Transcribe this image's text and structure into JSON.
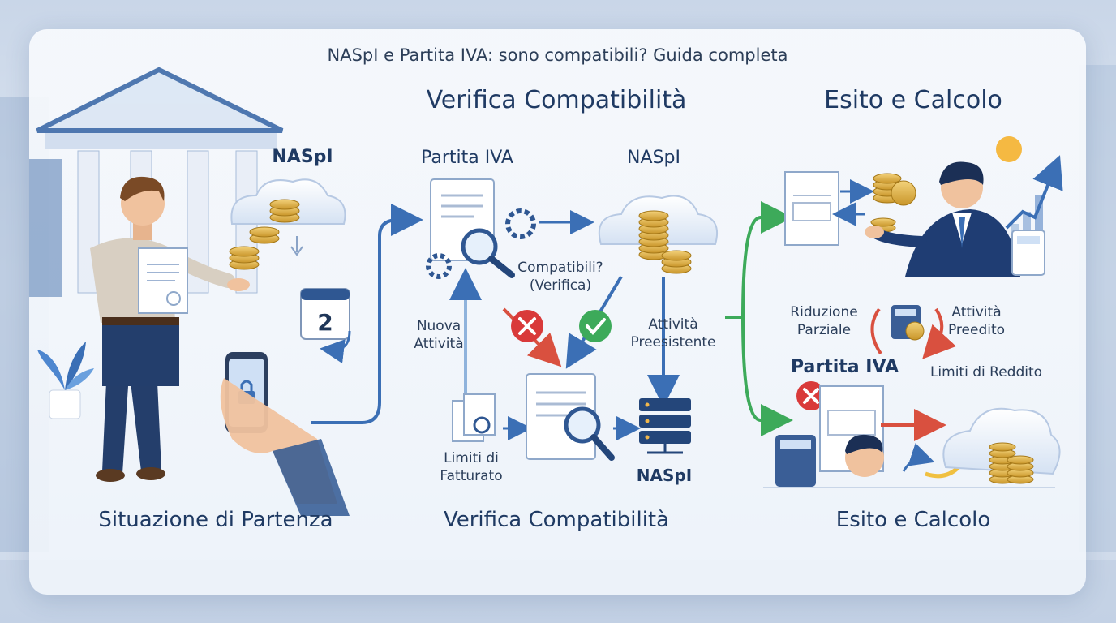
{
  "title": "NASpI e Partita IVA: sono compatibili? Guida completa",
  "left": {
    "naspi": "NASpI",
    "calendar_day": "2",
    "footer": "Situazione di Partenza"
  },
  "middle": {
    "heading": "Verifica Compatibilità",
    "partita_iva": "Partita IVA",
    "naspi": "NASpI",
    "question": "Compatibili?",
    "question_sub": "(Verifica)",
    "nuova_line1": "Nuova",
    "nuova_line2": "Attività",
    "attivita_line1": "Attività",
    "attivita_line2": "Preesistente",
    "limiti_line1": "Limiti di",
    "limiti_line2": "Fatturato",
    "naspi_bottom": "NASpI",
    "footer": "Verifica Compatibilità"
  },
  "right": {
    "heading": "Esito e Calcolo",
    "riduzione_line1": "Riduzione",
    "riduzione_line2": "Parziale",
    "attivita_line1": "Attività",
    "attivita_line2": "Preedito",
    "partita_iva": "Partita IVA",
    "limiti_reddito": "Limiti di Reddito",
    "footer": "Esito e Calcolo"
  },
  "colors": {
    "primary": "#1f3a63",
    "arrow_blue": "#3b6fb5",
    "green": "#3daa5a",
    "red": "#d93a3a",
    "coin": "#e2b340"
  }
}
